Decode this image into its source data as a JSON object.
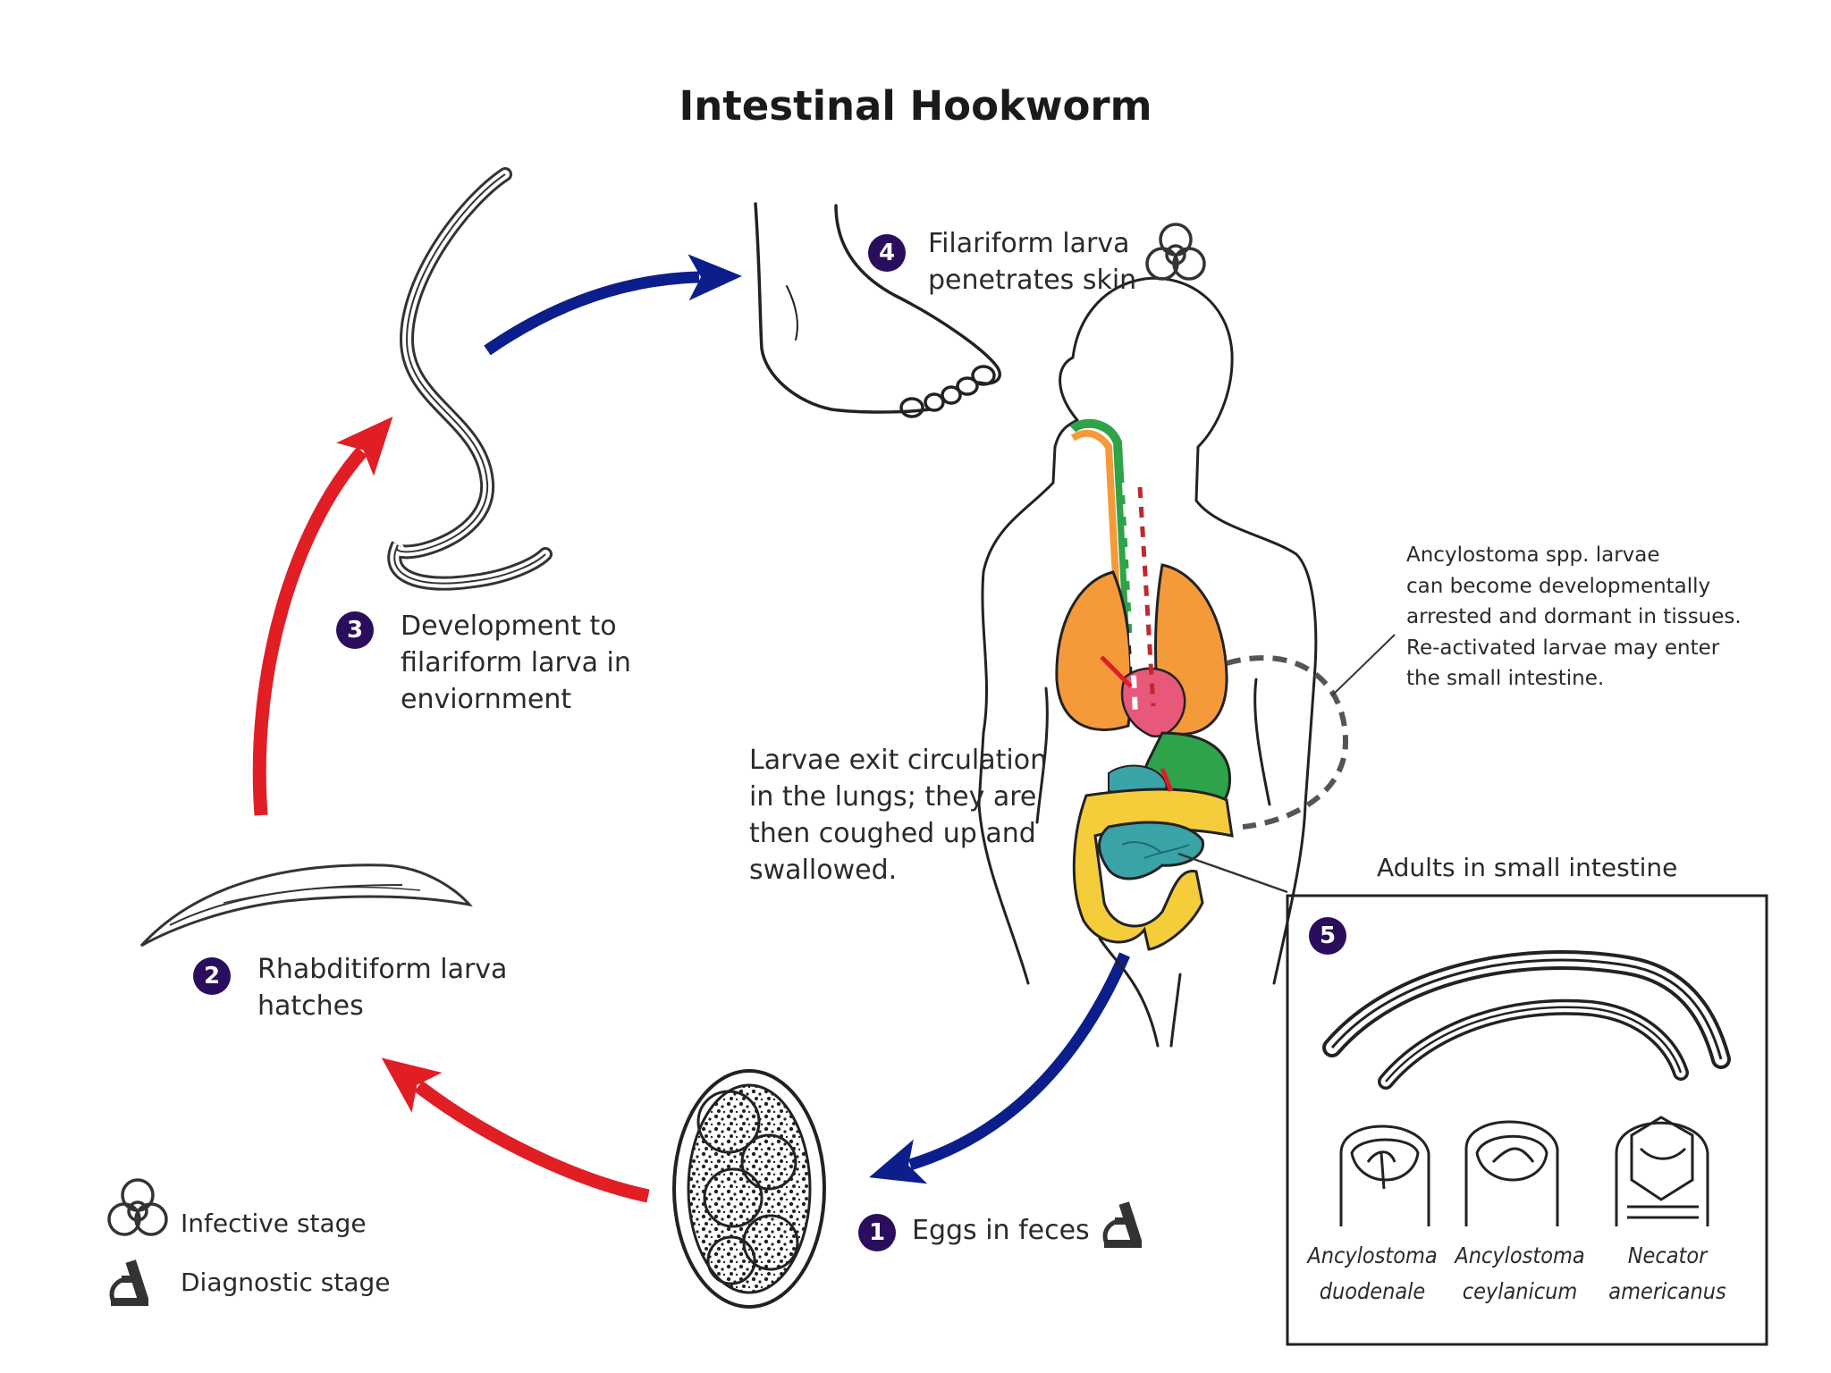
{
  "title": "Intestinal Hookworm",
  "colors": {
    "red_arrow": "#e01e24",
    "blue_arrow": "#0b1e8c",
    "badge": "#2a0d5c",
    "lungs": "#f59a3a",
    "stomach": "#2ea34a",
    "colon": "#f5cc3a",
    "small_intestine": "#3aa3a8",
    "heart": "#e8587a"
  },
  "stages": [
    {
      "number": "1",
      "lines": [
        "Eggs in feces"
      ],
      "icon": "microscope-icon"
    },
    {
      "number": "2",
      "lines": [
        "Rhabditiform larva",
        "hatches"
      ]
    },
    {
      "number": "3",
      "lines": [
        "Development to",
        "filariform larva in",
        "enviornment"
      ]
    },
    {
      "number": "4",
      "lines": [
        "Filariform larva",
        "penetrates skin"
      ],
      "icon": "biohazard-icon"
    },
    {
      "number": "5",
      "label": "Adults in small intestine"
    }
  ],
  "lungs_note": [
    "Larvae exit circulation",
    "in the lungs;  they are",
    "then coughed up and",
    "swallowed."
  ],
  "dormant_note": [
    "Ancylostoma spp. larvae",
    "can become developmentally",
    "arrested and dormant in tissues.",
    "Re-activated larvae may enter",
    "the small intestine."
  ],
  "species": [
    [
      "Ancylostoma",
      "duodenale"
    ],
    [
      "Ancylostoma",
      "ceylanicum"
    ],
    [
      "Necator",
      "americanus"
    ]
  ],
  "legend": {
    "infective": "Infective stage",
    "diagnostic": "Diagnostic stage"
  }
}
